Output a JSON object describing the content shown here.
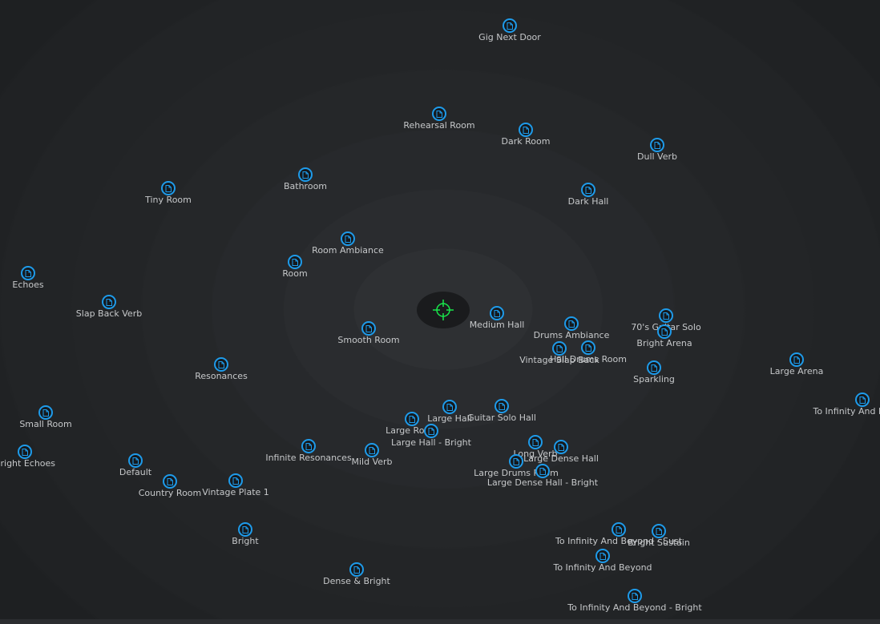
{
  "accent_color": "#1e9bea",
  "cursor_color": "#19e64b",
  "icons": {
    "preset": "document-icon",
    "cursor": "crosshair-icon"
  },
  "presets": [
    {
      "label": "Gig Next Door"
    },
    {
      "label": "Rehearsal Room"
    },
    {
      "label": "Dark Room"
    },
    {
      "label": "Dull Verb"
    },
    {
      "label": "Tiny Room"
    },
    {
      "label": "Bathroom"
    },
    {
      "label": "Dark Hall"
    },
    {
      "label": "Room Ambiance"
    },
    {
      "label": "Room"
    },
    {
      "label": "Echoes"
    },
    {
      "label": "Slap Back Verb"
    },
    {
      "label": "Medium Hall"
    },
    {
      "label": "Drums Ambiance"
    },
    {
      "label": "70's Guitar Solo"
    },
    {
      "label": "Bright Arena"
    },
    {
      "label": "Smooth Room"
    },
    {
      "label": "Vintage Slap Back"
    },
    {
      "label": "Hall Drums Room"
    },
    {
      "label": "Resonances"
    },
    {
      "label": "Sparkling"
    },
    {
      "label": "Large Arena"
    },
    {
      "label": "To Infinity And Beyond"
    },
    {
      "label": "Large Hall"
    },
    {
      "label": "Guitar Solo Hall"
    },
    {
      "label": "Small Room"
    },
    {
      "label": "Large Room"
    },
    {
      "label": "Large Hall - Bright"
    },
    {
      "label": "Long Verb"
    },
    {
      "label": "Large Dense Hall"
    },
    {
      "label": "Bright Echoes"
    },
    {
      "label": "Infinite Resonances"
    },
    {
      "label": "Mild Verb"
    },
    {
      "label": "Default"
    },
    {
      "label": "Large Drums Room"
    },
    {
      "label": "Large Dense Hall - Bright"
    },
    {
      "label": "Country Room"
    },
    {
      "label": "Vintage Plate 1"
    },
    {
      "label": "To Infinity And Beyond - Sust"
    },
    {
      "label": "Bright Sustain"
    },
    {
      "label": "Bright"
    },
    {
      "label": "To Infinity And Beyond"
    },
    {
      "label": "Dense & Bright"
    },
    {
      "label": "To Infinity And Beyond - Bright"
    }
  ]
}
